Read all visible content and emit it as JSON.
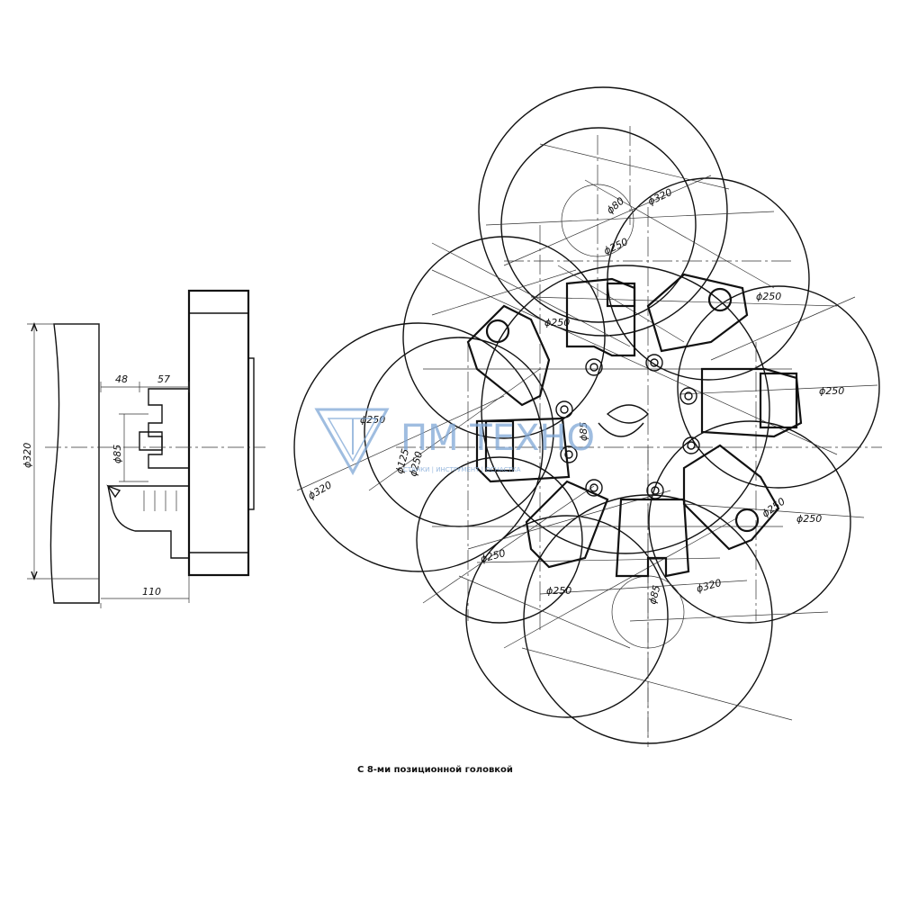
{
  "caption": "С 8-ми позиционной головкой",
  "side_view": {
    "dim_diameter": "ϕ320",
    "dim_48": "48",
    "dim_57": "57",
    "dim_d85": "ϕ85",
    "dim_110": "110"
  },
  "front_view": {
    "labels": [
      "ϕ80",
      "ϕ320",
      "ϕ250",
      "ϕ250",
      "ϕ250",
      "ϕ250",
      "ϕ250",
      "ϕ250",
      "ϕ320",
      "ϕ250",
      "ϕ320",
      "ϕ250",
      "ϕ85",
      "ϕ250",
      "ϕ125",
      "ϕ250",
      "ϕ85"
    ]
  },
  "watermark": {
    "big_text": "ПМ ТЕХНО",
    "small_text": "СТАНКИ | ИНСТРУМЕНТ | ОСНАСТКА",
    "color": "#7fa7d6"
  }
}
